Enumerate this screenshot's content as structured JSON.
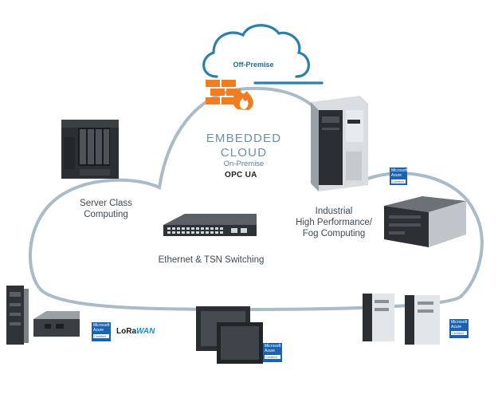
{
  "top_cloud": {
    "label": "Off-Premise"
  },
  "center": {
    "title_line1": "EMBEDDED",
    "title_line2": "CLOUD",
    "subtitle": "On-Premise",
    "protocol_logo": "OPC UA"
  },
  "labels": {
    "server_line1": "Server Class",
    "server_line2": "Computing",
    "switching": "Ethernet & TSN Switching",
    "industrial_line1": "Industrial",
    "industrial_line2": "High Performance/",
    "industrial_line3": "Fog Computing"
  },
  "badges": {
    "line1": "Microsoft",
    "line2": "Azure",
    "line3": "Certified"
  },
  "lora": {
    "prefix": "LoRa",
    "suffix": "WAN"
  },
  "icons": {
    "firewall": "firewall-brick-flame-icon",
    "server": "server-tower-icon",
    "switch": "network-switch-icon",
    "industrial_pc": "industrial-tower-pc-icon",
    "rack_server": "rack-server-icon"
  },
  "colors": {
    "cloud_outline": "#a3b6c2",
    "top_cloud": "#2a7fab",
    "firewall": "#f07d1f",
    "azure": "#1a63b0"
  }
}
